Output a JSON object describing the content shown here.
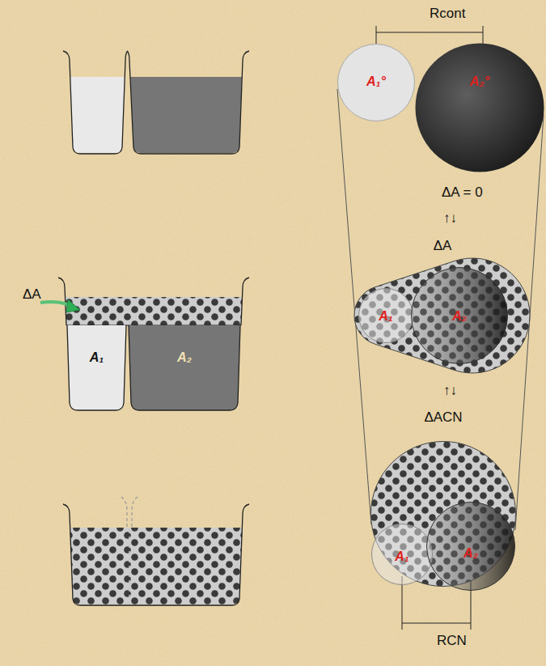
{
  "diagram": {
    "nodes": [
      {
        "text": [
          "A₁°"
        ]
      },
      {
        "text": [
          "A₂°"
        ]
      },
      {
        "text": [
          "ΔA"
        ]
      },
      {
        "text": [
          "A₁"
        ],
        "in": 2
      },
      {
        "text": [
          "A₂"
        ],
        "in": 2
      },
      {
        "text": [
          "A₁"
        ]
      },
      {
        "text": [
          "A₂"
        ]
      },
      {
        "text": [
          "ΔACN"
        ]
      },
      {
        "text": [
          "A₁"
        ],
        "in": 7
      },
      {
        "text": [
          "A₂"
        ],
        "in": 7
      }
    ],
    "labels": [
      "Rcont",
      "ΔA = 0",
      "↑↓",
      "ΔA",
      "↑↓",
      "RCN"
    ]
  }
}
